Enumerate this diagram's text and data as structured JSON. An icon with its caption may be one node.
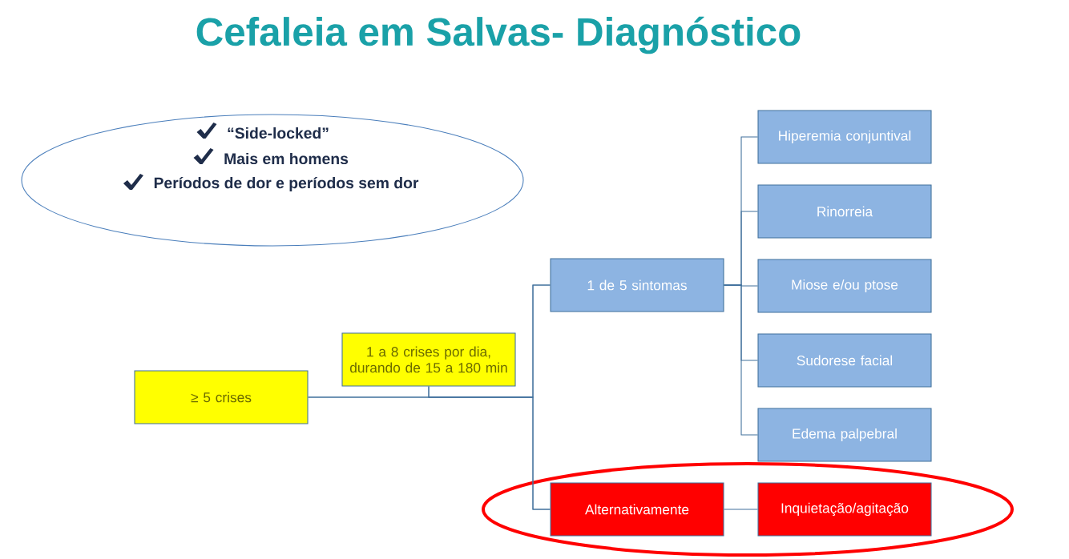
{
  "diagram": {
    "title": "Cefaleia em Salvas- Diagnóstico",
    "nodes": [
      {
        "text": [
          "“Side-locked”",
          "Mais em homens",
          "Períodos de dor e períodos sem dor"
        ]
      },
      {
        "text": [
          "≥ 5 crises"
        ]
      },
      {
        "text": [
          "1 a 8 crises por dia, durando de 15 a 180 min"
        ]
      },
      {
        "text": [
          "1 de 5 sintomas"
        ]
      },
      {
        "text": [
          "Hiperemia conjuntival"
        ]
      },
      {
        "text": [
          "Rinorreia"
        ]
      },
      {
        "text": [
          "Miose e/ou ptose"
        ]
      },
      {
        "text": [
          "Sudorese facial"
        ]
      },
      {
        "text": [
          "Edema palpebral"
        ]
      },
      {
        "text": [],
        "shape": "ellipse"
      },
      {
        "text": [
          "Alternativamente"
        ],
        "in": 9
      },
      {
        "text": [
          "Inquietação/agitação"
        ],
        "in": 9
      }
    ],
    "edges": [
      {
        "from": 1,
        "to": 3,
        "arrow": "none"
      },
      {
        "from": 1,
        "to": 10,
        "arrow": "none"
      },
      {
        "from": 2,
        "to": 3,
        "arrow": "none"
      },
      {
        "from": 2,
        "to": 10,
        "arrow": "none"
      },
      {
        "from": 3,
        "to": 4,
        "arrow": "none"
      },
      {
        "from": 3,
        "to": 5,
        "arrow": "none"
      },
      {
        "from": 3,
        "to": 6,
        "arrow": "none"
      },
      {
        "from": 3,
        "to": 7,
        "arrow": "none"
      },
      {
        "from": 3,
        "to": 8,
        "arrow": "none"
      },
      {
        "from": 10,
        "to": 11,
        "arrow": "none"
      }
    ]
  }
}
